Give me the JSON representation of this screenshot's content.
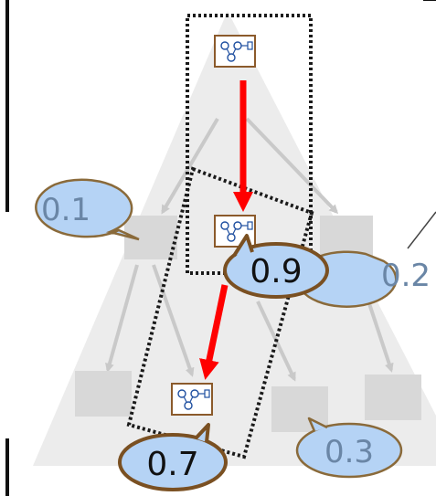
{
  "callouts": {
    "left_top": "0.1",
    "right_top": "0.2",
    "center_mid": "0.9",
    "bottom_left": "0.7",
    "bottom_right": "0.3"
  },
  "colors": {
    "triangle": "#ececec",
    "node_gray": "#d8d8d8",
    "arrow_gray": "#c9c9c9",
    "arrow_red": "#ff0000",
    "callout_light_fill": "#b5d3f5",
    "callout_light_stroke": "#8a6a3a",
    "callout_light_text": "#6a86a6",
    "callout_dark_fill": "#b5d3f5",
    "callout_dark_stroke": "#7a5022",
    "callout_dark_text": "#111111",
    "node_border": "#8b5a2b"
  },
  "icons": {
    "state_node": "molecule-graph-icon"
  }
}
